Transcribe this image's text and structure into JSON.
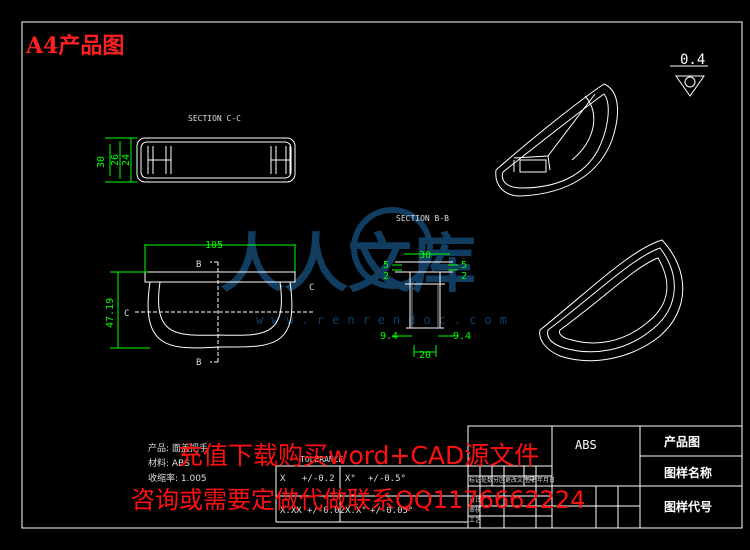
{
  "title": "A4产品图",
  "drawing": {
    "section_cc": "SECTION C-C",
    "section_bb": "SECTION B-B",
    "dims_cc": {
      "d30": "30",
      "d26": "26",
      "d24": "24"
    },
    "dim_105": "105",
    "dim_4719": "47.19",
    "label_b": "B",
    "label_c": "C",
    "dims_bb": {
      "d30": "30",
      "d2": "2",
      "d5": "5",
      "d20": "20",
      "d94": "9.4"
    },
    "roughness": "0.4"
  },
  "notes": {
    "product": "产品: 面盖把手",
    "material": "材料: ABS",
    "shrink": "收缩率: 1.005",
    "tol_x": "X",
    "tol_x_val": "+/-0.2",
    "tol_deg": "X°",
    "tol_deg_val": "+/-0.5°",
    "tol_xxx": "X.XX",
    "tol_xxx_val": "+/-0.02",
    "tol_xx_deg": "X.X°",
    "tol_xx_deg_val": "+/-0.05°",
    "tolerance_label": "TOLERANCE"
  },
  "title_block": {
    "material": "ABS",
    "product_drawing": "产品图",
    "drawing_name": "图样名称",
    "drawing_code": "图样代号",
    "small_labels": [
      "标记",
      "处数",
      "分区",
      "更改文件号",
      "签名",
      "年月日",
      "设计",
      "审核",
      "工艺"
    ]
  },
  "watermark": {
    "line1": "充值下载购买word+CAD源文件",
    "line2": "咨询或需要定做代做联系QQ1176662224",
    "logo_text": "人人文库",
    "logo_url": "www.renrendoc.com"
  },
  "colors": {
    "background": "#000000",
    "line": "#ffffff",
    "dimension": "#00ff00",
    "accent_red": "#ff2020",
    "watermark_blue": "#1f6fb0"
  }
}
